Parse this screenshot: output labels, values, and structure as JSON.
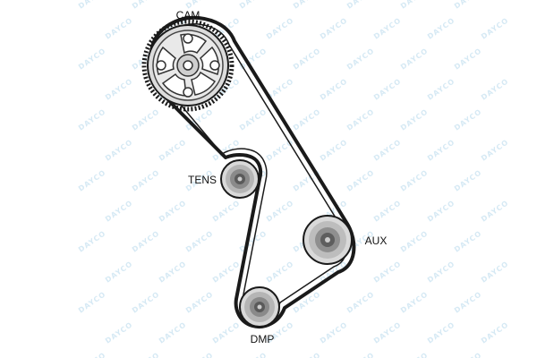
{
  "diagram": {
    "components": {
      "cam": {
        "label": "CAM"
      },
      "tens": {
        "label": "TENS"
      },
      "aux": {
        "label": "AUX"
      },
      "dmp": {
        "label": "DMP"
      }
    },
    "watermark": {
      "text": "DAYCO"
    },
    "colors": {
      "belt": "#1a1a1a",
      "pulley_light": "#d9d9d9",
      "pulley_mid": "#a9a9a9",
      "pulley_dark": "#6b6b6b",
      "hub": "#3a3a3a",
      "watermark": "#cfe6f3"
    }
  }
}
